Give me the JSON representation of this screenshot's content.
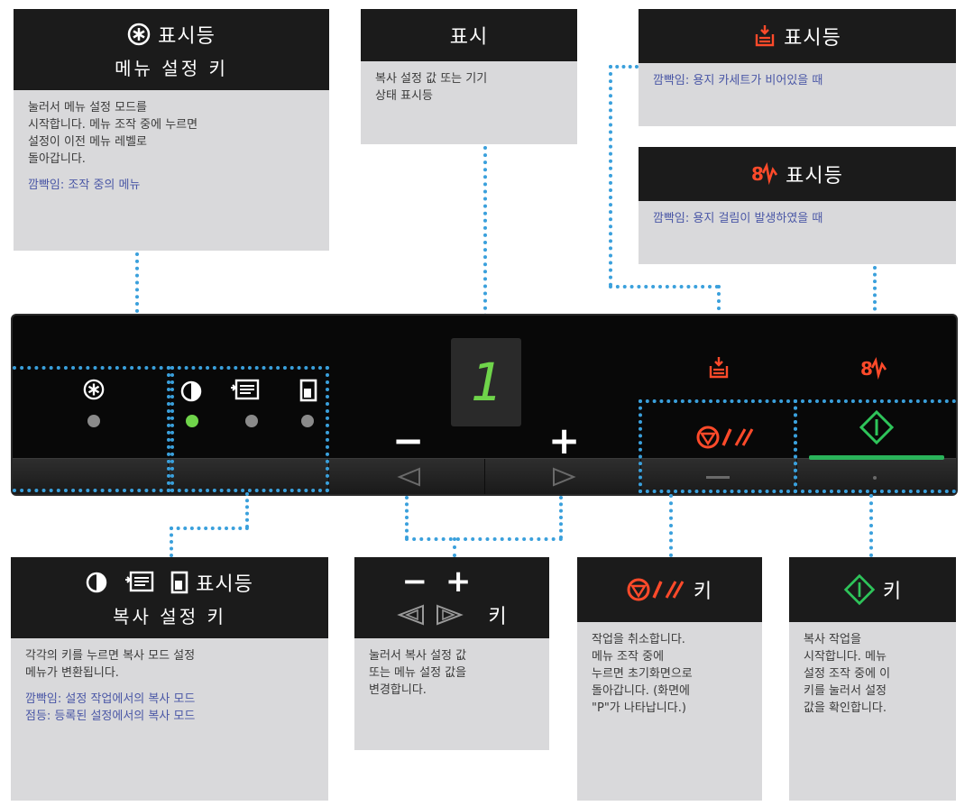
{
  "colors": {
    "dotted": "#3aa0dc",
    "blink_text": "#4a57a6",
    "paper_icon": "#ff4a2a",
    "start_icon": "#2ec45a",
    "led_on": "#6fd44a",
    "header_bg": "#1b1b1b",
    "body_bg": "#d9d9db"
  },
  "icons": {
    "menu": "menu-asterisk-icon",
    "density": "contrast-half-circle-icon",
    "copy_mode": "document-lines-icon",
    "id_card": "id-card-icon",
    "paper": "paper-cassette-icon",
    "jam": "paper-jam-icon",
    "stop": "stop-reset-icon",
    "start": "start-diamond-icon"
  },
  "callouts": {
    "menu": {
      "title": "표시등",
      "subtitle": "메뉴 설정 키",
      "desc": "눌러서 메뉴 설정 모드를\n시작합니다. 메뉴 조작 중에 누르면\n설정이 이전 메뉴 레벨로\n돌아갑니다.",
      "blink": "깜빡임: 조작 중의 메뉴"
    },
    "display": {
      "title": "표시",
      "desc": "복사 설정 값 또는 기기\n상태 표시등"
    },
    "paper": {
      "title": "표시등",
      "blink": "깜빡임: 용지 카세트가 비어있을 때"
    },
    "jam": {
      "title": "표시등",
      "blink": "깜빡임: 용지 걸림이 발생하였을 때"
    },
    "copy": {
      "title": "표시등",
      "subtitle": "복사 설정 키",
      "desc": "각각의 키를 누르면 복사 모드 설정\n메뉴가 변환됩니다.",
      "blink": "깜빡임: 설정 작업에서의 복사 모드",
      "lit": "점등: 등록된 설정에서의 복사 모드"
    },
    "adjust": {
      "symbols": "− +",
      "title": "키",
      "desc": "눌러서 복사 설정 값\n또는 메뉴 설정 값을\n변경합니다."
    },
    "stop": {
      "title": "키",
      "desc": "작업을 취소합니다.\n메뉴 조작 중에\n누르면 초기화면으로\n돌아갑니다. (화면에\n\"P\"가 나타납니다.)"
    },
    "start": {
      "title": "키",
      "desc": "복사 작업을\n시작합니다. 메뉴\n설정 조작 중에 이\n키를 눌러서 설정\n값을 확인합니다."
    }
  },
  "panel": {
    "display_digit": "1",
    "minus": "−",
    "plus": "+",
    "leds": [
      {
        "name": "menu",
        "lit": false
      },
      {
        "name": "density",
        "lit": true
      },
      {
        "name": "copy_mode",
        "lit": false
      },
      {
        "name": "id_card",
        "lit": false
      }
    ]
  }
}
